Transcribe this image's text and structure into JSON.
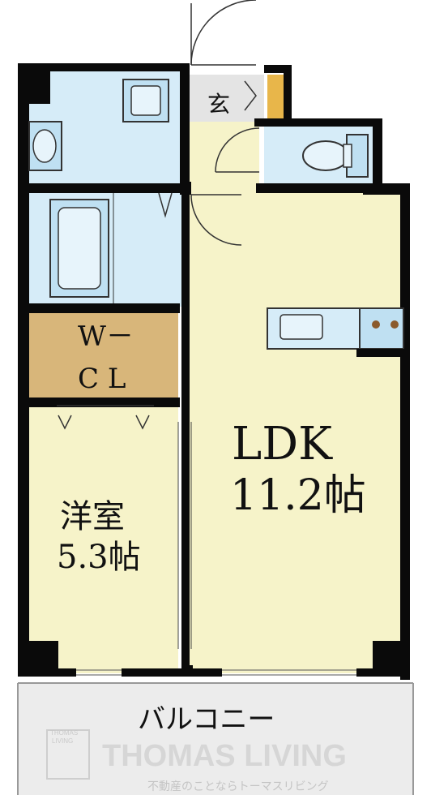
{
  "rooms": {
    "genkan": "玄",
    "wcl_line1": "W－",
    "wcl_line2": "C L",
    "ldk_name": "LDK",
    "ldk_size": "11.2帖",
    "youshitsu_name": "洋室",
    "youshitsu_size": "5.3帖",
    "balcony": "バルコニー"
  },
  "watermark": {
    "logo_line1": "THOMAS",
    "logo_line2": "LIVING",
    "brand": "THOMAS LIVING",
    "tagline": "不動産のことならトーマスリビング"
  },
  "colors": {
    "wall": "#0a0a0a",
    "wet_area": "#d6ecf8",
    "living": "#f6f3c9",
    "closet": "#d8b67a",
    "balcony": "#ececec",
    "accent_orange": "#e8b64a"
  }
}
